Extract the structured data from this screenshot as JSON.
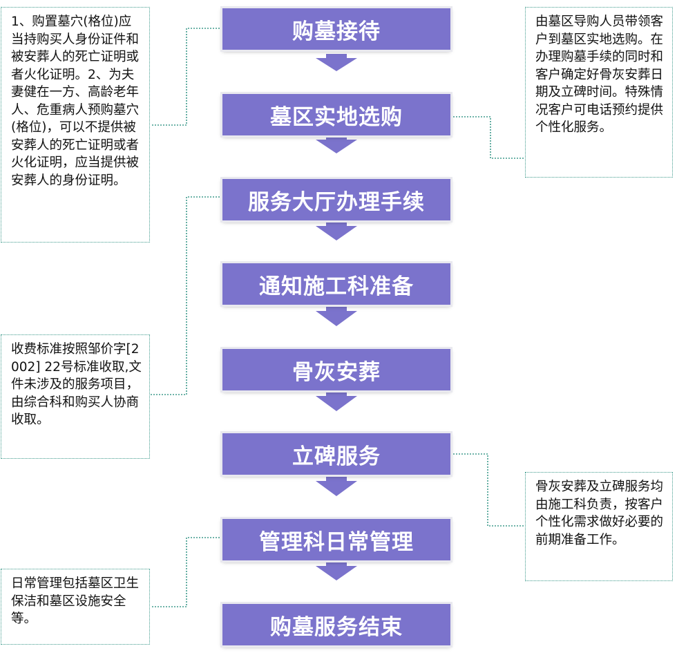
{
  "steps": [
    {
      "label": "购墓接待"
    },
    {
      "label": "墓区实地选购"
    },
    {
      "label": "服务大厅办理手续"
    },
    {
      "label": "通知施工科准备"
    },
    {
      "label": "骨灰安葬"
    },
    {
      "label": "立碑服务"
    },
    {
      "label": "管理科日常管理"
    },
    {
      "label": "购墓服务结束"
    }
  ],
  "notes": [
    {
      "text": "1、购置墓穴(格位)应当持购买人身份证件和被安葬人的死亡证明或者火化证明。2、为夫妻健在一方、高龄老年人、危重病人预购墓穴(格位)，可以不提供被安葬人的死亡证明或者火化证明，应当提供被安葬人的身份证明。"
    },
    {
      "text": "由墓区导购人员带领客户到墓区实地选购。在办理购墓手续的同时和客户确定好骨灰安葬日期及立碑时间。特殊情况客户可电话预约提供个性化服务。"
    },
    {
      "text": "收费标准按照邹价字[2002] 22号标准收取,文件未涉及的服务项目，由综合科和购买人协商收取。"
    },
    {
      "text": "骨灰安葬及立碑服务均由施工科负责，按客户个性化需求做好必要的前期准备工作。"
    },
    {
      "text": "日常管理包括墓区卫生保洁和墓区设施安全等。"
    }
  ],
  "colors": {
    "box": "#7b73cc",
    "arrow": "#7b73cc",
    "connector": "#3e9a8c"
  }
}
